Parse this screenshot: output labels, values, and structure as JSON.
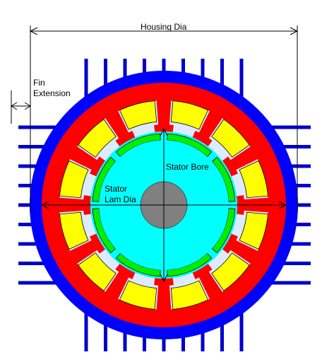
{
  "labels": {
    "housing_dia": "Housing Dia",
    "fin_extension_line1": "Fin",
    "fin_extension_line2": "Extension",
    "stator_bore": "Stator Bore",
    "stator_lam_dia_line1": "Stator",
    "stator_lam_dia_line2": "Lam Dia"
  },
  "counts": {
    "stator_slots": 12,
    "rotor_magnets": 8,
    "fins_per_side": 9
  },
  "colors": {
    "background": "#ffffff",
    "fins": "#0000cc",
    "housing": "#0000ff",
    "stator_lamination": "#ff0000",
    "slot_gap": "#ddeaff",
    "winding": "#ffff00",
    "airgap": "#00ffff",
    "magnets": "#00ee00",
    "rotor_body": "#00ffff",
    "shaft": "#808080",
    "lines": "#000000"
  }
}
